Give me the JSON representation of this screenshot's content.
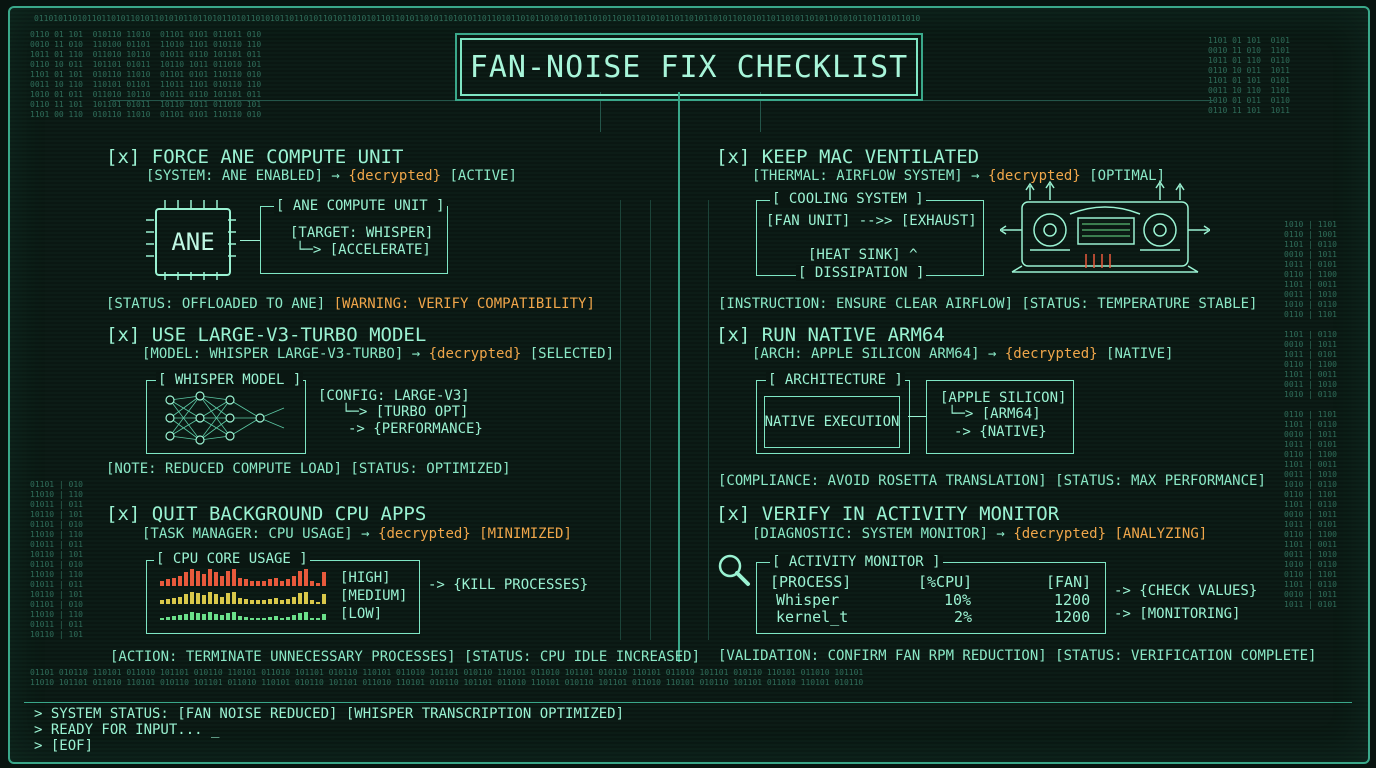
{
  "title": "FAN-NOISE FIX CHECKLIST",
  "sections": [
    {
      "title": "[x] FORCE ANE COMPUTE UNIT",
      "sub_prefix": "[SYSTEM: ANE ENABLED] →",
      "sub_tag": "{decrypted}",
      "sub_state": "[ACTIVE]",
      "chip_label": "ANE",
      "box_title": "[ ANE COMPUTE UNIT ]",
      "box_lines": [
        "[TARGET: WHISPER]",
        "└─> [ACCELERATE]"
      ],
      "note_prefix": "[STATUS: OFFLOADED TO ANE]",
      "note_warning": "[WARNING: VERIFY COMPATIBILITY]"
    },
    {
      "title": "[x] USE LARGE-V3-TURBO MODEL",
      "sub_prefix": "[MODEL: WHISPER LARGE-V3-TURBO] →",
      "sub_tag": "{decrypted}",
      "sub_state": "[SELECTED]",
      "box_title": "[ WHISPER MODEL ]",
      "config_lines": [
        "[CONFIG: LARGE-V3]",
        "└─> [TURBO OPT]",
        "-> {PERFORMANCE}"
      ],
      "note": "[NOTE: REDUCED COMPUTE LOAD] [STATUS: OPTIMIZED]"
    },
    {
      "title": "[x] QUIT BACKGROUND CPU APPS",
      "sub_prefix": "[TASK MANAGER: CPU USAGE] →",
      "sub_tag": "{decrypted}",
      "sub_state": "[MINIMIZED]",
      "box_title": "[ CPU CORE USAGE ]",
      "levels": [
        "[HIGH]",
        "[MEDIUM]",
        "[LOW]"
      ],
      "action": "-> {KILL PROCESSES}",
      "note": "[ACTION: TERMINATE UNNECESSARY PROCESSES] [STATUS: CPU IDLE INCREASED]"
    },
    {
      "title": "[x] KEEP MAC VENTILATED",
      "sub_prefix": "[THERMAL: AIRFLOW SYSTEM] →",
      "sub_tag": "{decrypted}",
      "sub_state": "[OPTIMAL]",
      "box_title": "[ COOLING SYSTEM ]",
      "box_lines": [
        "[FAN UNIT] -->> [EXHAUST]",
        "[HEAT SINK] ^",
        "[ DISSIPATION ]"
      ],
      "note": "[INSTRUCTION: ENSURE CLEAR AIRFLOW] [STATUS: TEMPERATURE STABLE]"
    },
    {
      "title": "[x] RUN NATIVE ARM64",
      "sub_prefix": "[ARCH: APPLE SILICON ARM64] →",
      "sub_tag": "{decrypted}",
      "sub_state": "[NATIVE]",
      "box_title": "[ ARCHITECTURE ]",
      "inner_label": "NATIVE EXECUTION",
      "side_lines": [
        "[APPLE SILICON]",
        "└─> [ARM64]",
        "-> {NATIVE}"
      ],
      "note": "[COMPLIANCE: AVOID ROSETTA TRANSLATION] [STATUS: MAX PERFORMANCE]"
    },
    {
      "title": "[x] VERIFY IN ACTIVITY MONITOR",
      "sub_prefix": "[DIAGNOSTIC: SYSTEM MONITOR] →",
      "sub_tag": "{decrypted}",
      "sub_state": "[ANALYZING]",
      "box_title": "[ ACTIVITY MONITOR ]",
      "headers": [
        "[PROCESS]",
        "[%CPU]",
        "[FAN]"
      ],
      "rows": [
        {
          "process": "Whisper",
          "cpu": "10%",
          "fan": "1200"
        },
        {
          "process": "kernel_t",
          "cpu": "2%",
          "fan": "1200"
        }
      ],
      "actions": [
        "-> {CHECK VALUES}",
        "-> [MONITORING]"
      ],
      "note": "[VALIDATION: CONFIRM FAN RPM REDUCTION] [STATUS: VERIFICATION COMPLETE]"
    }
  ],
  "status": {
    "line1": "> SYSTEM STATUS: [FAN NOISE REDUCED] [WHISPER TRANSCRIPTION OPTIMIZED]",
    "line2": "> READY FOR INPUT... _",
    "line3": "> [EOF]"
  },
  "colors": {
    "accent": "#7fe6c4",
    "warning": "#f0a64a",
    "high": "#e85a3c",
    "medium": "#d9c84a",
    "low": "#6be08a"
  },
  "cpu_usage_levels": {
    "high": 0.9,
    "medium": 0.6,
    "low": 0.3
  }
}
